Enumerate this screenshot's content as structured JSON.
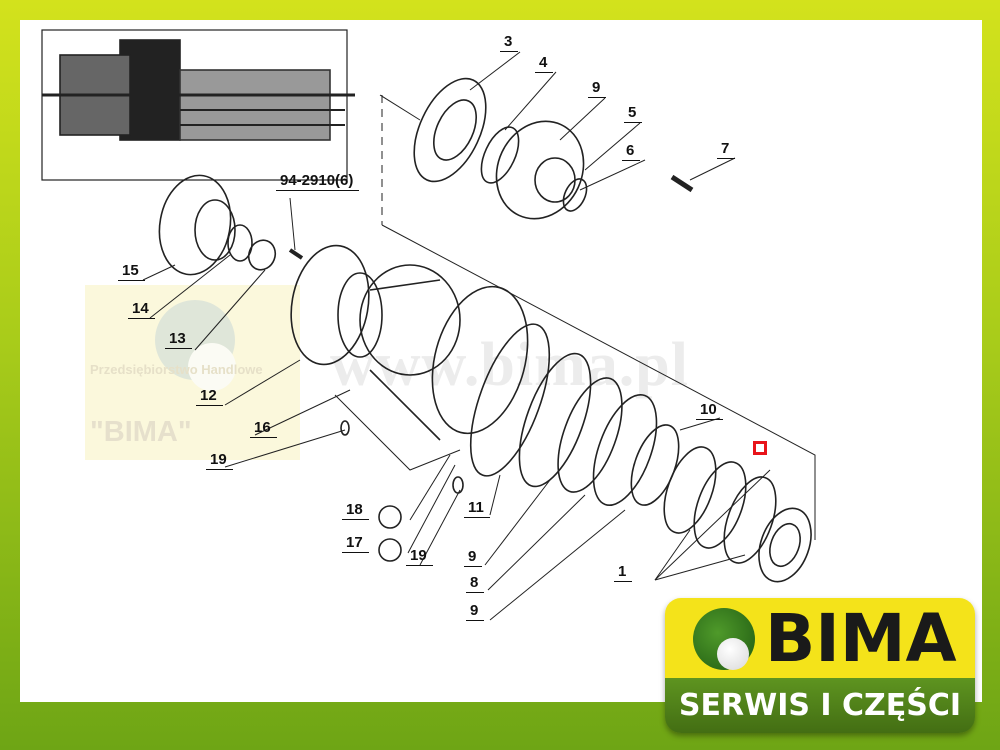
{
  "watermark": {
    "company_sub": "Przedsiębiorstwo Handlowe",
    "company_name": "\"BIMA\"",
    "url": "www.bima.pl"
  },
  "callouts": [
    "3",
    "4",
    "9",
    "5",
    "6",
    "7",
    "94-2910(6)",
    "15",
    "14",
    "13",
    "12",
    "16",
    "19",
    "18",
    "17",
    "19",
    "11",
    "9",
    "8",
    "9",
    "10",
    "1"
  ],
  "logo": {
    "name": "BIMA",
    "tagline": "SERWIS I CZĘŚCI",
    "colors": {
      "yellow": "#f4e31a",
      "green": "#4f8a1b"
    }
  },
  "highlight_color": "#e8141a"
}
